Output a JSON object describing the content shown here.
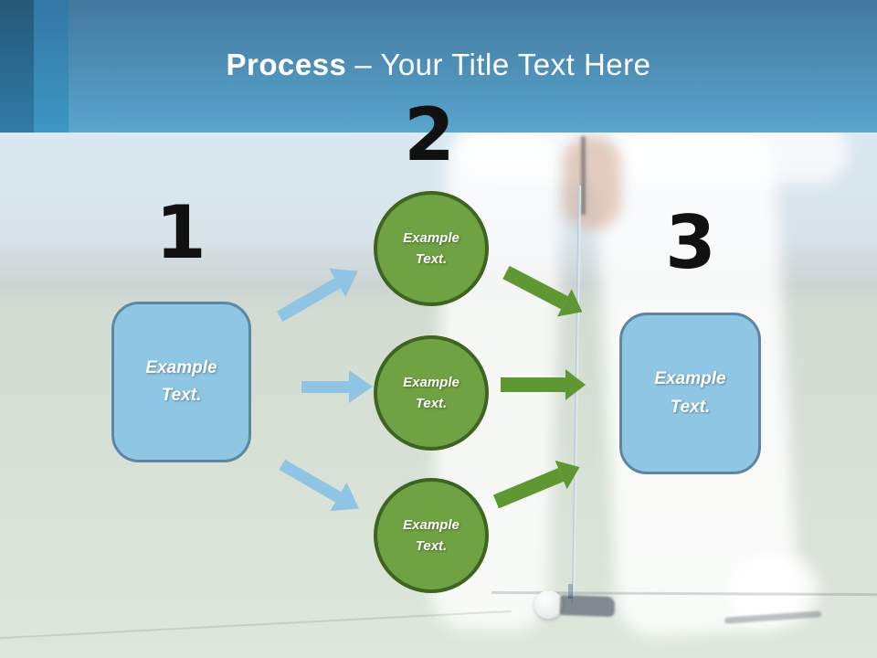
{
  "slide": {
    "title": {
      "bold": "Process",
      "rest": "– Your Title Text Here"
    },
    "steps": [
      {
        "number": "1"
      },
      {
        "number": "2"
      },
      {
        "number": "3"
      }
    ],
    "nodes": {
      "left_box": "Example Text.",
      "circles": [
        "Example Text.",
        "Example Text.",
        "Example Text."
      ],
      "right_box": "Example Text."
    },
    "colors": {
      "header_top": "#44789E",
      "header_bottom": "#58A5CE",
      "stripe_dark": "#265877",
      "stripe_mid": "#3377A3",
      "box_fill": "#8EC6E4",
      "box_border": "#5E86A0",
      "circle_fill": "#6FA243",
      "circle_border": "#3F6420",
      "arrow_blue": "#8FC5E3",
      "arrow_green": "#5F9733",
      "number_color": "#111111",
      "title_color": "#FFFFFF"
    }
  }
}
